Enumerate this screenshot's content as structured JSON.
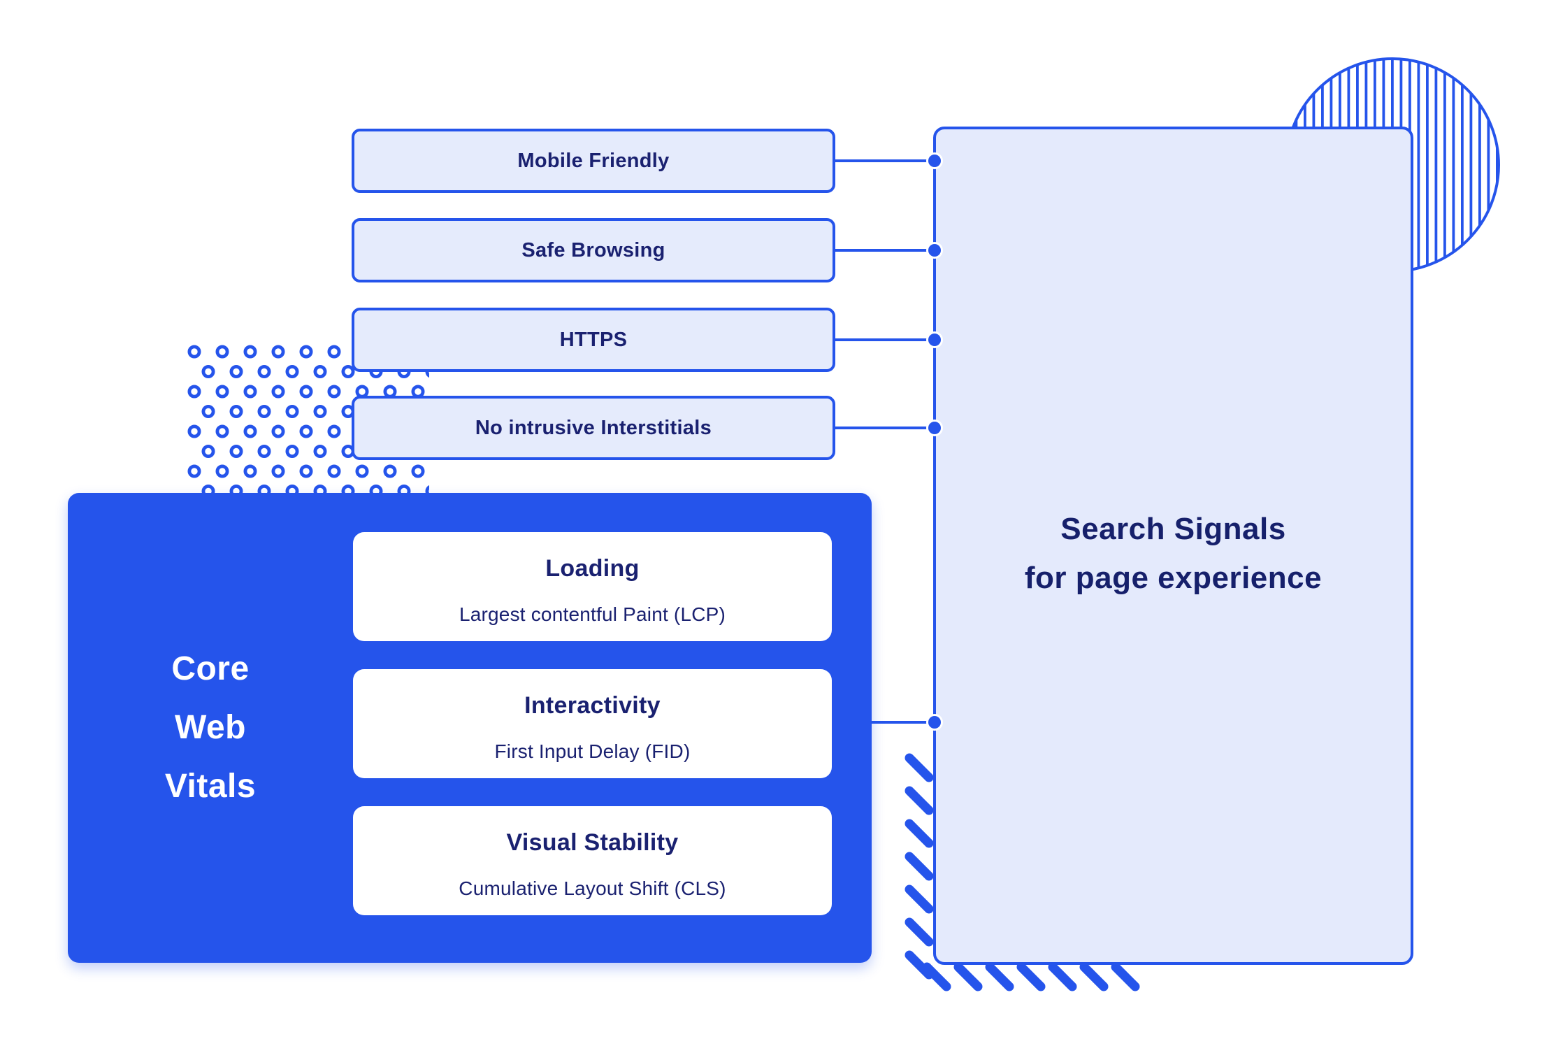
{
  "palette": {
    "blue": "#2554eb",
    "light_blue_fill": "#e5ebfc",
    "navy_text": "#1a2170",
    "white": "#ffffff"
  },
  "signal_boxes": [
    {
      "label": "Mobile Friendly"
    },
    {
      "label": "Safe Browsing"
    },
    {
      "label": "HTTPS"
    },
    {
      "label": "No intrusive Interstitials"
    }
  ],
  "core_web_vitals": {
    "title": "Core\nWeb\nVitals",
    "metrics": [
      {
        "title": "Loading",
        "subtitle": "Largest contentful Paint (LCP)"
      },
      {
        "title": "Interactivity",
        "subtitle": "First Input Delay (FID)"
      },
      {
        "title": "Visual Stability",
        "subtitle": "Cumulative Layout Shift (CLS)"
      }
    ]
  },
  "search_signals_panel": {
    "title_line1": "Search Signals",
    "title_line2": "for page experience"
  }
}
